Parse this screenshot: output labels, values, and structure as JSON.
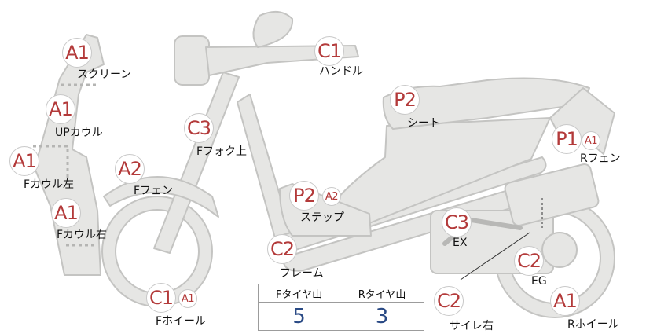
{
  "parts": {
    "screen": {
      "grade": "A1",
      "label": "スクリーン"
    },
    "up_cowl": {
      "grade": "A1",
      "label": "UPカウル"
    },
    "f_cowl_l": {
      "grade": "A1",
      "label": "Fカウル左"
    },
    "f_cowl_r": {
      "grade": "A1",
      "label": "Fカウル右"
    },
    "f_fender": {
      "grade": "A2",
      "label": "Fフェン"
    },
    "f_fork": {
      "grade": "C3",
      "label": "Fフォク上"
    },
    "handle": {
      "grade": "C1",
      "label": "ハンドル"
    },
    "seat": {
      "grade": "P2",
      "label": "シート"
    },
    "r_fender": {
      "grade": "P1",
      "grade2": "A1",
      "label": "Rフェン"
    },
    "step": {
      "grade": "P2",
      "grade2": "A2",
      "label": "ステップ"
    },
    "frame": {
      "grade": "C2",
      "label": "フレーム"
    },
    "ex": {
      "grade": "C3",
      "label": "EX"
    },
    "eg": {
      "grade": "C2",
      "label": "EG"
    },
    "f_wheel": {
      "grade": "C1",
      "grade2": "A1",
      "label": "Fホイール"
    },
    "muffler_r": {
      "grade": "C2",
      "label": "サイレ右"
    },
    "r_wheel": {
      "grade": "A1",
      "label": "Rホイール"
    }
  },
  "tread_table": {
    "front_header": "Fタイヤ山",
    "rear_header": "Rタイヤ山",
    "front_value": "5",
    "rear_value": "3"
  },
  "colors": {
    "part_fill": "#e6e6e4",
    "part_stroke": "#c4c4c2",
    "grade_text": "#b33a3a",
    "tread_value": "#2a4a85"
  }
}
